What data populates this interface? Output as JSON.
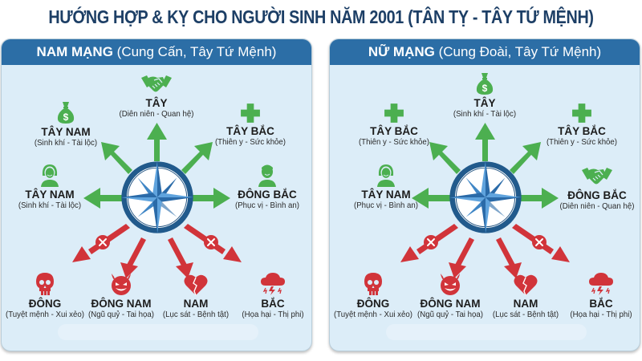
{
  "title": "HƯỚNG HỢP & KỴ CHO NGƯỜI SINH NĂM 2001 (TÂN TỴ - TÂY TỨ MỆNH)",
  "colors": {
    "title": "#1d3f66",
    "header_bg": "#2c6ea6",
    "panel_bg": "#dcedf8",
    "good": "#4caf50",
    "bad": "#d1343a",
    "compass_ring": "#215a8c",
    "compass_star": "#3f86c6"
  },
  "panels": [
    {
      "header_bold": "NAM MẠNG",
      "header_rest": " (Cung Cấn, Tây Tứ Mệnh)",
      "good": [
        {
          "name": "TÂY",
          "sub": "(Diên niên - Quan hệ)",
          "icon": "handshake-icon"
        },
        {
          "name": "TÂY NAM",
          "sub": "(Sinh khí - Tài lộc)",
          "icon": "money-bag-icon"
        },
        {
          "name": "TÂY BẮC",
          "sub": "(Thiên y - Sức khỏe)",
          "icon": "medical-cross-icon"
        },
        {
          "name": "TÂY NAM",
          "sub": "(Sinh khí - Tài lộc)",
          "icon": "female-person-icon"
        },
        {
          "name": "ĐÔNG BẮC",
          "sub": "(Phục vị - Bình an)",
          "icon": "male-person-icon"
        }
      ],
      "bad": [
        {
          "name": "ĐÔNG",
          "sub": "(Tuyệt mệnh - Xui xẻo)",
          "icon": "skull-icon"
        },
        {
          "name": "ĐÔNG NAM",
          "sub": "(Ngũ quỷ - Tai họa)",
          "icon": "devil-face-icon"
        },
        {
          "name": "NAM",
          "sub": "(Lục sát - Bệnh tật)",
          "icon": "broken-heart-icon"
        },
        {
          "name": "BẮC",
          "sub": "(Họa hại - Thị phi)",
          "icon": "storm-cloud-icon"
        }
      ]
    },
    {
      "header_bold": "NỮ MẠNG",
      "header_rest": " (Cung Đoài, Tây Tứ Mệnh)",
      "good": [
        {
          "name": "TÂY",
          "sub": "(Sinh khí - Tài lộc)",
          "icon": "money-bag-icon"
        },
        {
          "name": "TÂY BẮC",
          "sub": "(Thiên y - Sức khỏe)",
          "icon": "medical-cross-icon"
        },
        {
          "name": "TÂY BẮC",
          "sub": "(Thiên y - Sức khỏe)",
          "icon": "medical-cross-icon"
        },
        {
          "name": "TÂY NAM",
          "sub": "(Phục vị - Bình an)",
          "icon": "female-person-icon"
        },
        {
          "name": "ĐÔNG BẮC",
          "sub": "(Diên niên - Quan hệ)",
          "icon": "handshake-icon"
        }
      ],
      "bad": [
        {
          "name": "ĐÔNG",
          "sub": "(Tuyệt mệnh - Xui xẻo)",
          "icon": "skull-icon"
        },
        {
          "name": "ĐÔNG NAM",
          "sub": "(Ngũ quỷ - Tai họa)",
          "icon": "devil-face-icon"
        },
        {
          "name": "NAM",
          "sub": "(Lục sát - Bệnh tật)",
          "icon": "broken-heart-icon"
        },
        {
          "name": "BẮC",
          "sub": "(Họa hại - Thị phi)",
          "icon": "storm-cloud-icon"
        }
      ]
    }
  ]
}
